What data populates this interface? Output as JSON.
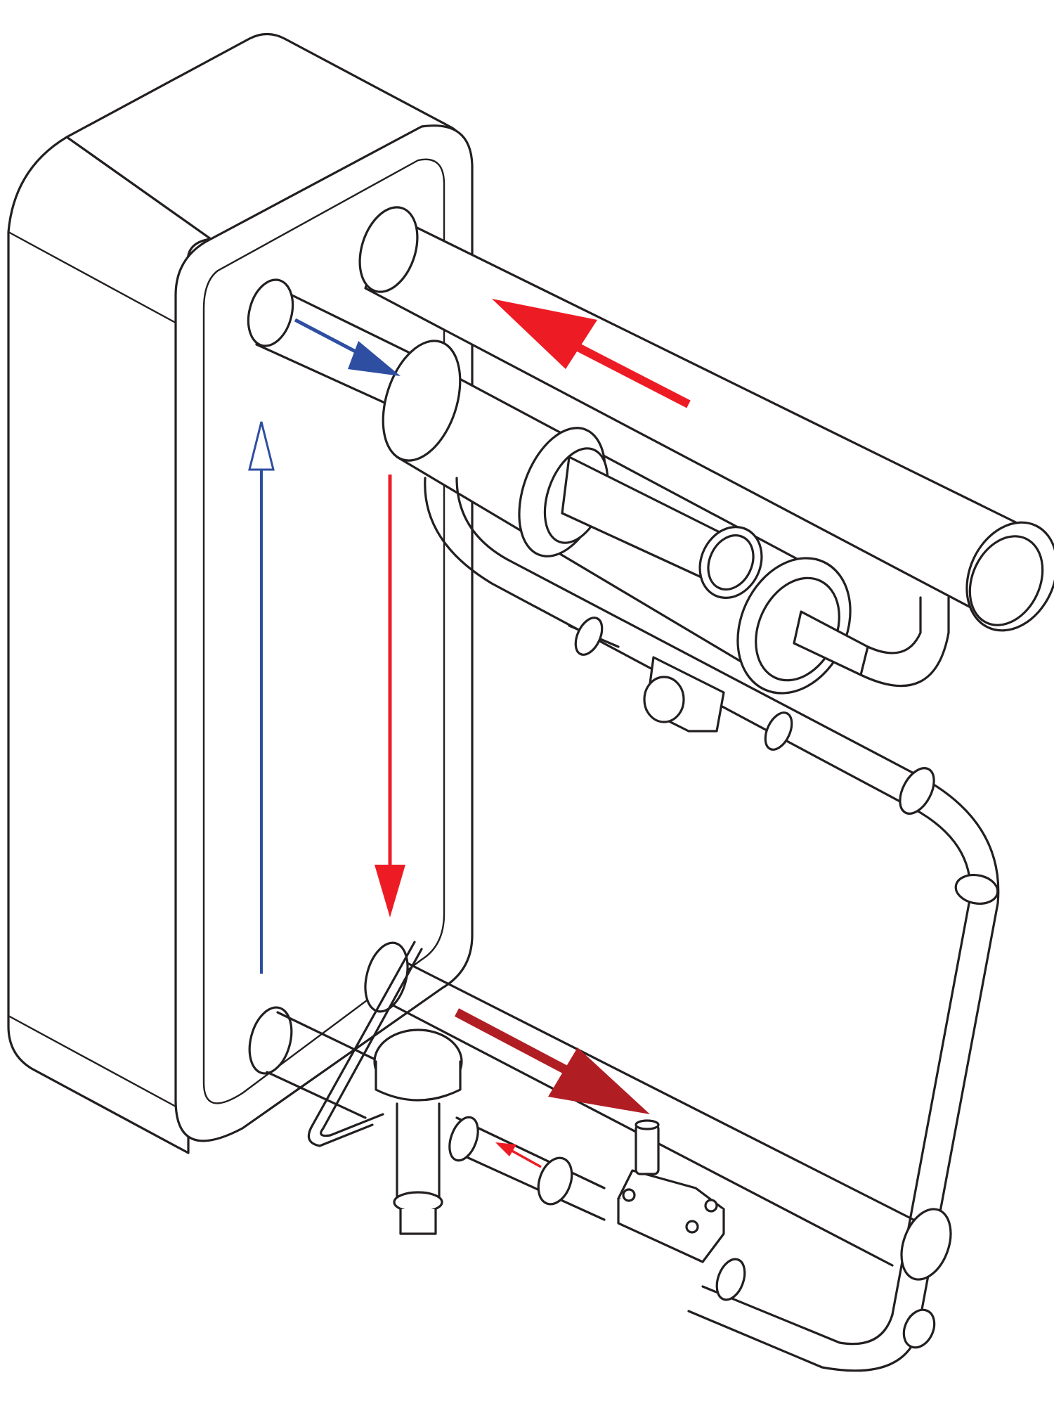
{
  "colors": {
    "line": "#231f20",
    "background": "#ffffff",
    "flow_hot": "#ed1c24",
    "flow_hot_dark": "#b01e23",
    "flow_cold": "#2e4ea1"
  },
  "components": [
    {
      "id": "plate-heat-exchanger",
      "label": ""
    },
    {
      "id": "upper-outlet-pipe",
      "label": ""
    },
    {
      "id": "accumulator-cylinder",
      "label": ""
    },
    {
      "id": "lower-return-pipe",
      "label": ""
    },
    {
      "id": "expansion-valve",
      "label": ""
    },
    {
      "id": "solenoid-valve",
      "label": ""
    },
    {
      "id": "sight-glass-fitting",
      "label": ""
    }
  ],
  "flow_arrows": [
    {
      "id": "flow-arrow-upper-left",
      "color": "flow_hot",
      "direction": "up-left"
    },
    {
      "id": "flow-arrow-inlet-blue",
      "color": "flow_cold",
      "direction": "down-right"
    },
    {
      "id": "flow-arrow-blue-up",
      "color": "flow_cold",
      "direction": "up"
    },
    {
      "id": "flow-arrow-red-down",
      "color": "flow_hot",
      "direction": "down"
    },
    {
      "id": "flow-arrow-lower-right",
      "color": "flow_hot_dark",
      "direction": "down-right"
    },
    {
      "id": "flow-arrow-small-red",
      "color": "flow_hot",
      "direction": "up-left"
    }
  ]
}
